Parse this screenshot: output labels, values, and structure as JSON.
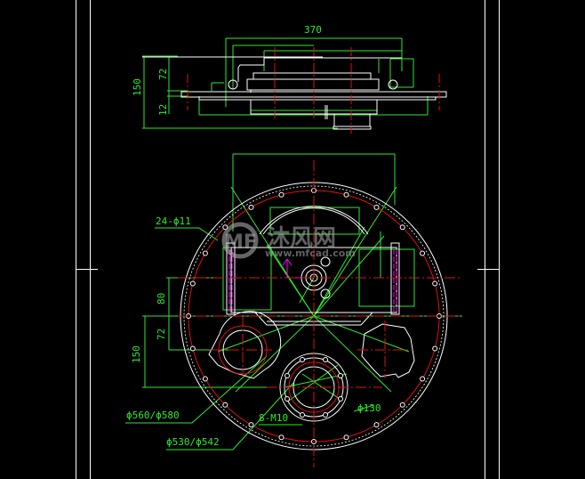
{
  "drawing": {
    "background": "#000000",
    "colors": {
      "outline": "#ffffff",
      "dimension": "#2ee82e",
      "centerline": "#e01010",
      "hidden": "#ff00ff"
    },
    "top_view": {
      "dim_width": "370",
      "dim_height_total": "150",
      "dim_upper": "72",
      "dim_lower": "12"
    },
    "plan_view": {
      "label_holes": "24-ϕ11",
      "dim_80": "80",
      "dim_72": "72",
      "dim_150": "150",
      "label_d560": "ϕ560/ϕ580",
      "label_d530": "ϕ530/ϕ542",
      "label_m10": "8-M10",
      "label_d130": "ϕ130"
    },
    "watermark": {
      "logo": "MF",
      "brand_cn": "沐风网",
      "url": "www.mfcad.com"
    }
  }
}
